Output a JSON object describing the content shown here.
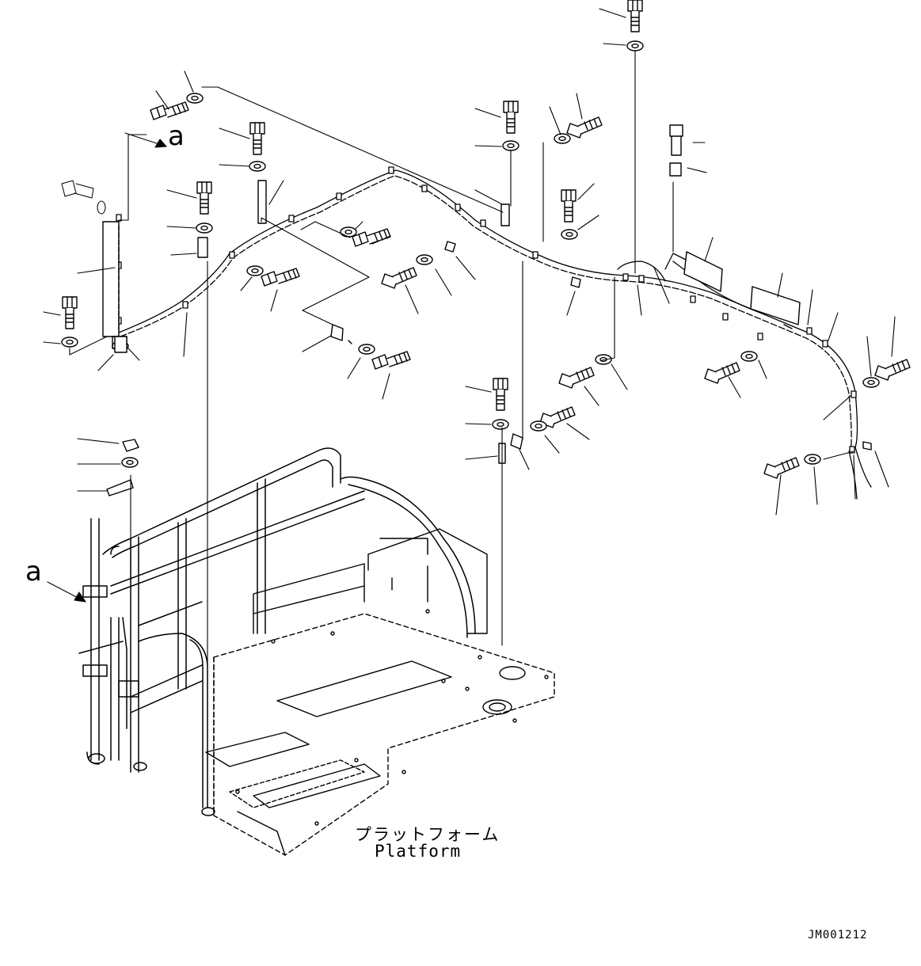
{
  "diagram": {
    "view_label_top": "a",
    "view_label_left": "a",
    "platform_label_jp": "プラットフォーム",
    "platform_label_en": "Platform",
    "drawing_code": "JM001212"
  },
  "style": {
    "line_color": "#000000",
    "background": "#ffffff"
  }
}
